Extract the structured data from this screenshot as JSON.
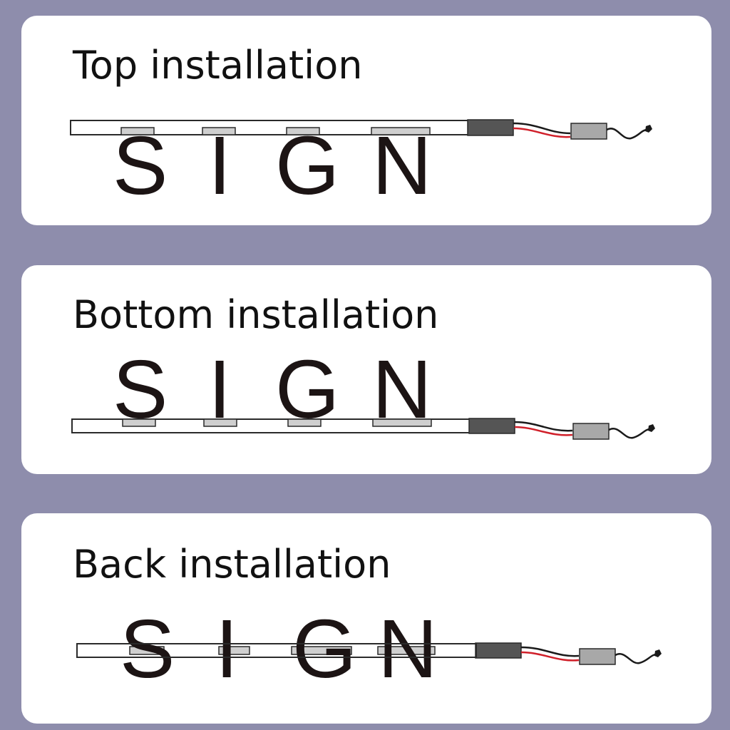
{
  "panels": [
    {
      "id": "top",
      "title": "Top installation",
      "letters": [
        "S",
        "I",
        "G",
        "N"
      ],
      "mount_position": "top"
    },
    {
      "id": "bottom",
      "title": "Bottom installation",
      "letters": [
        "S",
        "I",
        "G",
        "N"
      ],
      "mount_position": "bottom"
    },
    {
      "id": "back",
      "title": "Back installation",
      "letters": [
        "S",
        "I",
        "G",
        "N"
      ],
      "mount_position": "back"
    }
  ],
  "colors": {
    "background": "#8e8dac",
    "card": "#ffffff",
    "strip_outline": "#2a2a2a",
    "clip_fill": "#cfcfcf",
    "end_cap": "#555555",
    "driver_box": "#a8a8a8",
    "wire_red": "#d0202a",
    "wire_black": "#1a1a1a"
  }
}
